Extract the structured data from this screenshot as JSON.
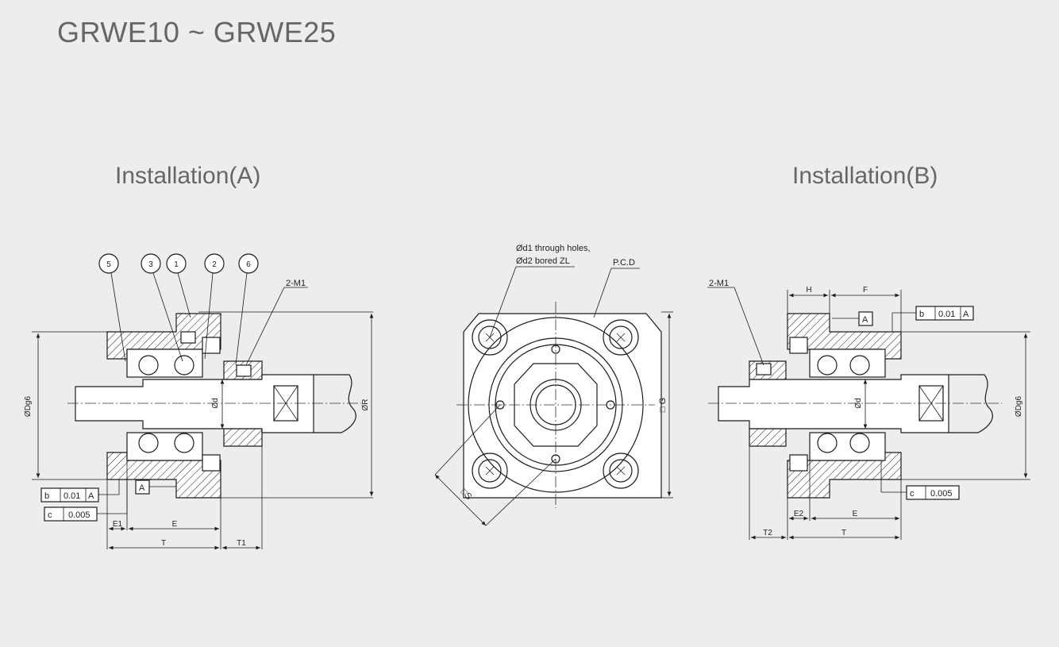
{
  "title": "GRWE10 ~ GRWE25",
  "installation_a": {
    "label": "Installation(A)",
    "balloons": [
      "5",
      "3",
      "1",
      "2",
      "6"
    ],
    "thread_label": "2-M1",
    "dims": {
      "dg6": "ØDg6",
      "d": "Ød",
      "r": "ØR",
      "e1": "E1",
      "e": "E",
      "t": "T",
      "t1": "T1"
    },
    "datum": "A",
    "tolerances": [
      {
        "sym": "b",
        "val": "0.01",
        "ref": "A"
      },
      {
        "sym": "c",
        "val": "0.005"
      }
    ]
  },
  "front_view": {
    "note_line1": "Ød1 through holes,",
    "note_line2": "Ød2 bored ZL",
    "pcd": "P.C.D",
    "g": "□ G",
    "s": "□S"
  },
  "installation_b": {
    "label": "Installation(B)",
    "thread_label": "2-M1",
    "dims": {
      "h": "H",
      "f": "F",
      "dg6": "ØDg6",
      "d": "Ød",
      "e2": "E2",
      "e": "E",
      "t2": "T2",
      "t": "T"
    },
    "datum": "A",
    "tolerances": [
      {
        "sym": "b",
        "val": "0.01",
        "ref": "A"
      },
      {
        "sym": "c",
        "val": "0.005"
      }
    ]
  }
}
